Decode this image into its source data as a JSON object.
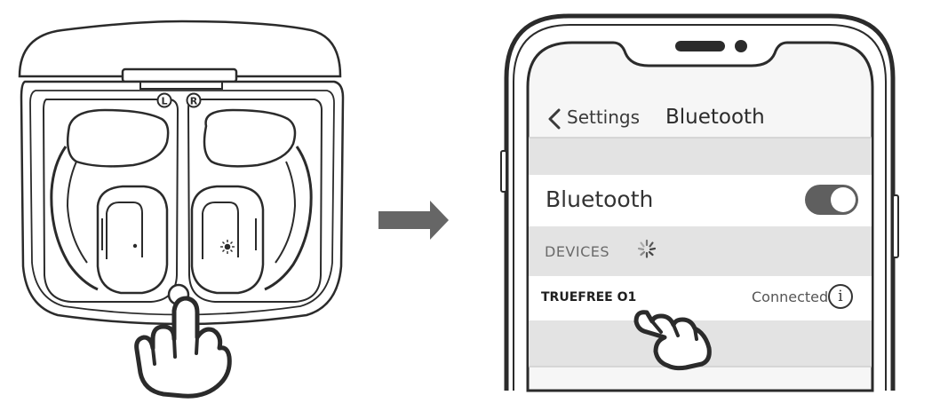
{
  "phone": {
    "nav": {
      "back_label": "Settings",
      "title": "Bluetooth"
    },
    "bluetooth_row": {
      "label": "Bluetooth",
      "toggle_state": "on"
    },
    "devices_header": "DEVICES",
    "device": {
      "name": "TRUEFREE O1",
      "status": "Connected",
      "info_glyph": "i"
    }
  },
  "case": {
    "left_mark": "L",
    "right_mark": "R"
  },
  "icons": [
    "chevron-left-icon",
    "spinner-icon",
    "info-icon",
    "hand-pointer-icon",
    "arrow-right-icon",
    "sun-icon"
  ],
  "colors": {
    "line": "#2b2b2b",
    "row_gray": "#e3e3e3",
    "screen_bg": "#f6f6f6",
    "toggle": "#5f5f5f"
  }
}
